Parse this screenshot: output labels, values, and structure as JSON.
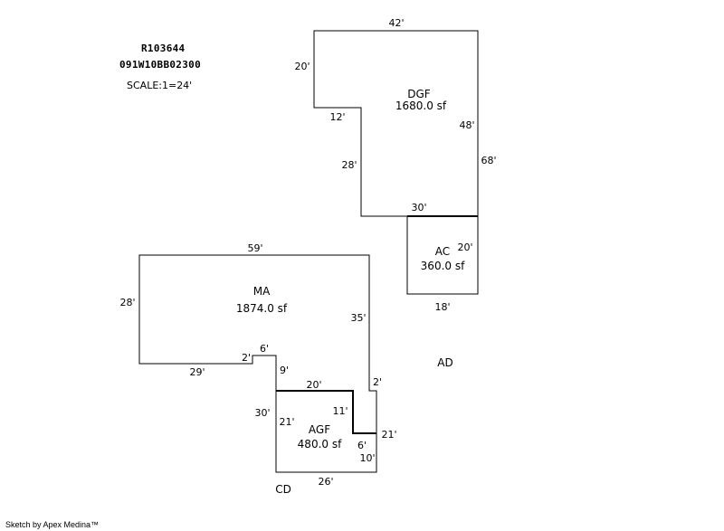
{
  "header": {
    "parcel_id": "R103644",
    "map_number": "091W10BB02300",
    "scale": "SCALE:1=24'"
  },
  "footer": {
    "credit": "Sketch by Apex Medina™"
  },
  "areas": {
    "dgf": {
      "code": "DGF",
      "area": "1680.0 sf"
    },
    "ac": {
      "code": "AC",
      "area": "360.0 sf"
    },
    "ma": {
      "code": "MA",
      "area": "1874.0 sf"
    },
    "agf": {
      "code": "AGF",
      "area": "480.0 sf"
    },
    "ad": {
      "code": "AD"
    },
    "cd": {
      "code": "CD"
    }
  },
  "dimensions": {
    "dgf_top": "42'",
    "dgf_left_upper": "20'",
    "dgf_step": "12'",
    "dgf_right_inner": "48'",
    "dgf_right_outer": "68'",
    "dgf_left_lower": "28'",
    "dgf_bottom": "30'",
    "ac_right": "20'",
    "ac_bottom": "18'",
    "ma_top": "59'",
    "ma_left": "28'",
    "ma_right": "35'",
    "ma_bottom": "29'",
    "ma_notch_left": "2'",
    "ma_notch_top": "6'",
    "ma_notch_down": "9'",
    "ma_jog": "2'",
    "agf_top": "20'",
    "agf_left_outer": "30'",
    "agf_left_inner": "21'",
    "agf_inner_vert": "11'",
    "agf_right": "21'",
    "agf_inner_step": "6'",
    "agf_right_lower": "10'",
    "agf_bottom": "26'"
  }
}
